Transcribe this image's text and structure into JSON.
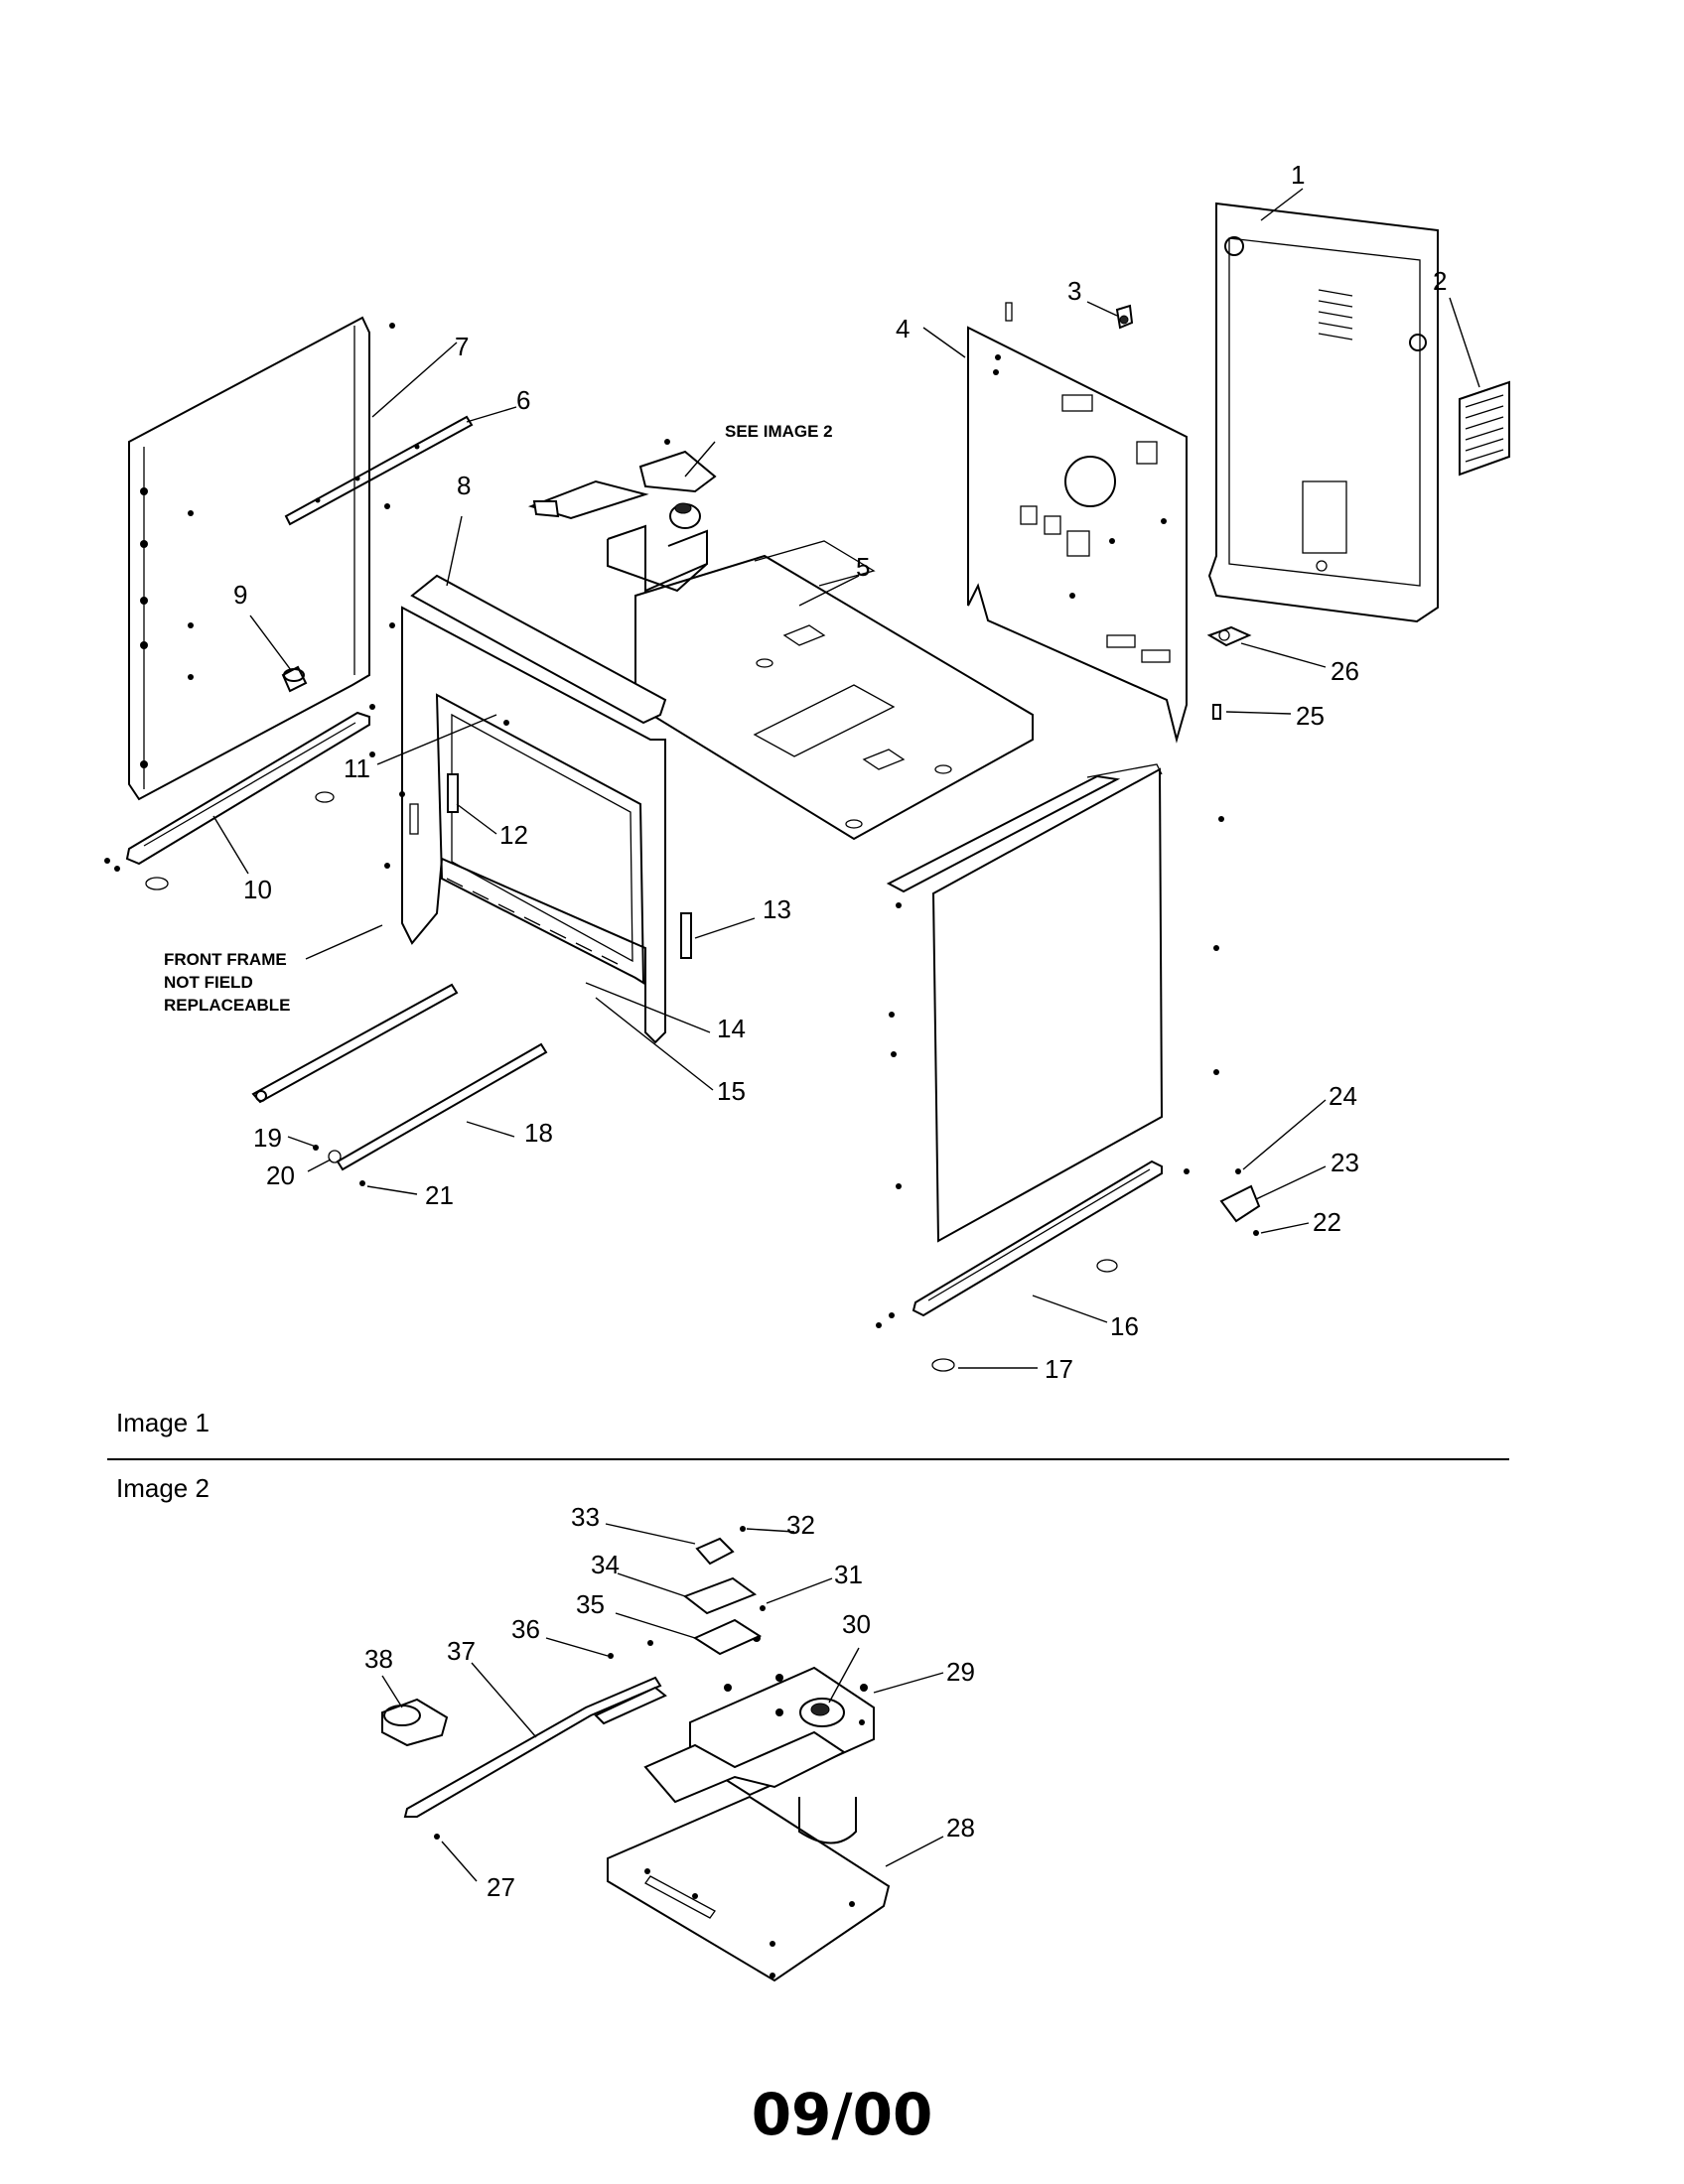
{
  "image1": {
    "section_label": "Image 1",
    "callouts": [
      "1",
      "2",
      "3",
      "4",
      "5",
      "6",
      "7",
      "8",
      "9",
      "10",
      "11",
      "12",
      "13",
      "14",
      "15",
      "16",
      "17",
      "18",
      "19",
      "20",
      "21",
      "22",
      "23",
      "24",
      "25",
      "26"
    ],
    "see_image_note": "SEE IMAGE 2",
    "front_frame_note": [
      "FRONT FRAME",
      "NOT FIELD",
      "REPLACEABLE"
    ]
  },
  "image2": {
    "section_label": "Image 2",
    "callouts": [
      "27",
      "28",
      "29",
      "30",
      "31",
      "32",
      "33",
      "34",
      "35",
      "36",
      "37",
      "38"
    ]
  },
  "footer_date": "09/00"
}
